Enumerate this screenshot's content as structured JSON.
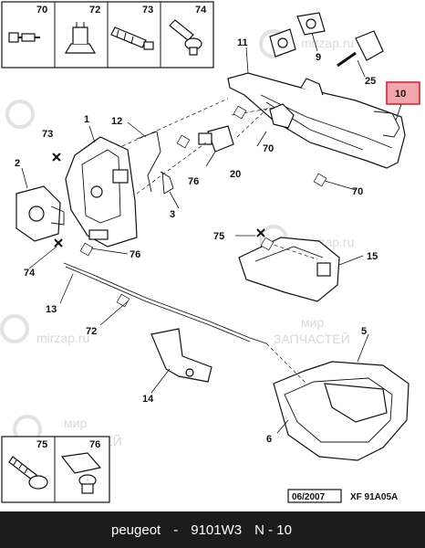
{
  "diagram": {
    "labels": {
      "p1": "1",
      "p2": "2",
      "p3": "3",
      "p5": "5",
      "p6": "6",
      "p9": "9",
      "p10": "10",
      "p11": "11",
      "p12": "12",
      "p13": "13",
      "p14": "14",
      "p15": "15",
      "p20": "20",
      "p25": "25",
      "p70a": "70",
      "p70b": "70",
      "p72": "72",
      "p73": "73",
      "p74": "74",
      "p75": "75",
      "p76a": "76",
      "p76b": "76"
    },
    "legend_top": [
      "70",
      "72",
      "73",
      "74"
    ],
    "legend_bottom": [
      "75",
      "76"
    ],
    "date_code": "06/2007",
    "ref_code": "XF 91A05A",
    "highlight_color": "#e0212b",
    "watermark": [
      "мир",
      "mirzap.ru",
      "ЗАПЧАСТЕЙ"
    ]
  },
  "footer": {
    "brand": "peugeot",
    "separator": "-",
    "part_number": "9101W3",
    "position": "N - 10"
  }
}
